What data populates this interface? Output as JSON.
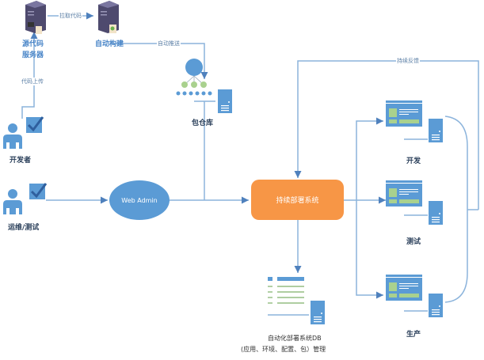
{
  "nodes": {
    "source_server": {
      "line1": "源代码",
      "line2": "服务器"
    },
    "auto_build": {
      "label": "自动构建"
    },
    "developer": {
      "label": "开发者"
    },
    "ops_test": {
      "label": "运维/测试"
    },
    "web_admin": {
      "label": "Web Admin"
    },
    "package_repo": {
      "label": "包仓库"
    },
    "deploy_system": {
      "label": "持续部署系统"
    },
    "deploy_db": {
      "line1": "自动化部署系统DB",
      "line2": "(应用、环境、配置、包）管理"
    },
    "env_dev": {
      "label": "开发"
    },
    "env_test": {
      "label": "测试"
    },
    "env_prod": {
      "label": "生产"
    }
  },
  "edges": {
    "pull_code": "拉取代码",
    "code_upload": "代码上传",
    "auto_push": "自动推送",
    "feedback": "持续反馈"
  },
  "colors": {
    "line": "#8cb4dc",
    "line_dark": "#4f81bd",
    "primary": "#5b9bd5",
    "accent": "#f79646",
    "green": "#a9d18e"
  }
}
